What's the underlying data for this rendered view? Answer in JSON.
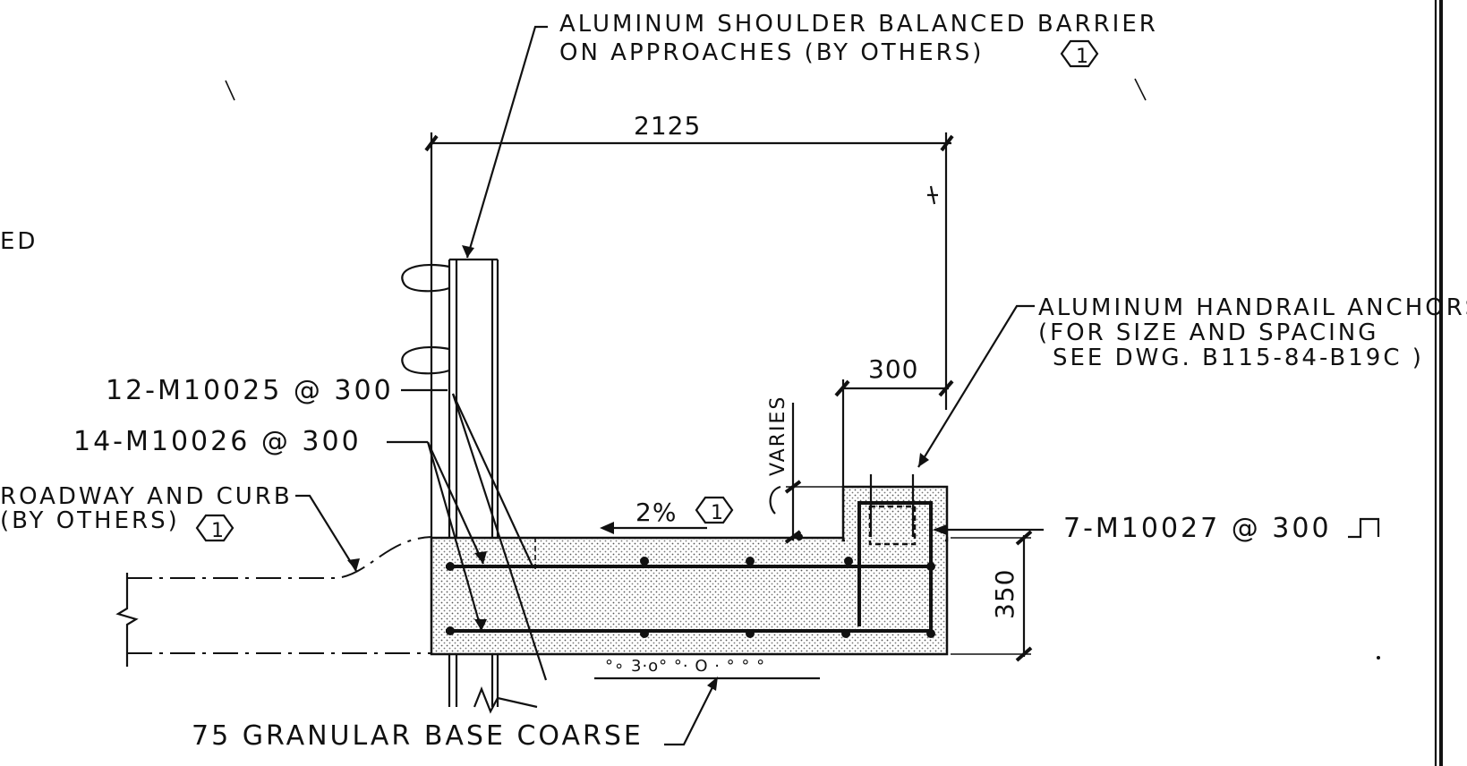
{
  "labels": {
    "barrier_line1": "ALUMINUM SHOULDER BALANCED BARRIER",
    "barrier_line2": "ON APPROACHES  (BY OTHERS)",
    "handrail_line1": "ALUMINUM HANDRAIL ANCHORS",
    "handrail_line2": "(FOR SIZE AND SPACING",
    "handrail_line3": "SEE DWG. B115-84-B19C )",
    "bar_12": "12-M10025 @ 300",
    "bar_14": "14-M10026 @ 300",
    "bar_7": "7-M10027 @ 300",
    "roadway_line1": "ROADWAY AND CURB",
    "roadway_line2": "(BY OTHERS)",
    "base_course": "75 GRANULAR BASE COARSE",
    "varies": "VARIES",
    "slope": "2%",
    "edge_fragment": "ED",
    "base_texture": "°∘ 3·o° °· O · ° ° °"
  },
  "dimensions": {
    "overall_width": "2125",
    "curb_width": "300",
    "slab_depth": "350"
  },
  "revision_marker": "1",
  "colors": {
    "ink": "#111111",
    "concrete_fill": "#d9d9d9",
    "paper": "#ffffff"
  }
}
